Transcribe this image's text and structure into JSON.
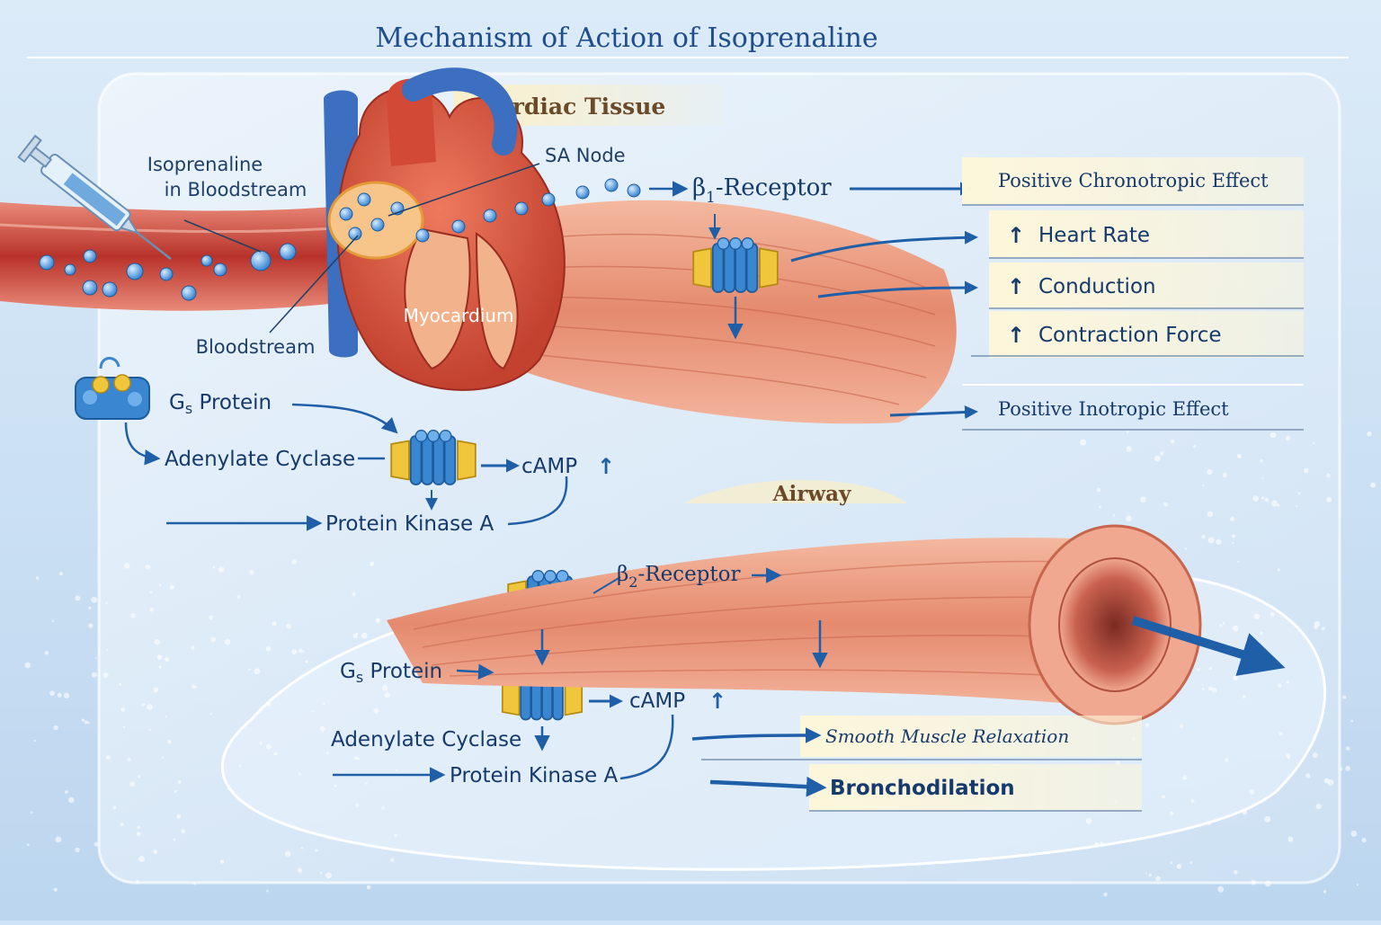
{
  "title": "Mechanism of Action of Isoprenaline",
  "cardiac": {
    "section_label": "Cardiac Tissue",
    "injection_label_line1": "Isoprenaline",
    "injection_label_line2": "in Bloodstream",
    "sa_node_label": "SA Node",
    "myocardium_label": "Myocardium",
    "bloodstream_label": "Bloodstream",
    "receptor_prefix": "β",
    "receptor_subscript": "1",
    "receptor_suffix": "-Receptor"
  },
  "cardiac_effects": {
    "chronotropic": "Positive Chronotropic Effect",
    "heart_rate": "Heart Rate",
    "conduction": "Conduction",
    "contraction_force": "Contraction Force",
    "inotropic": "Positive Inotropic Effect",
    "up_symbol": "↑"
  },
  "cardiac_pathway": {
    "gs_prefix": "G",
    "gs_subscript": "s",
    "gs_suffix": " Protein",
    "adenylate_cyclase": "Adenylate Cyclase",
    "camp": "cAMP",
    "camp_arrow": "↑",
    "pka": "Protein Kinase A"
  },
  "airway": {
    "section_label": "Airway",
    "receptor_prefix": "β",
    "receptor_subscript": "2",
    "receptor_suffix": "-Receptor",
    "gs_prefix": "G",
    "gs_subscript": "s",
    "gs_suffix": " Protein",
    "adenylate_cyclase": "Adenylate Cyclase",
    "camp": "cAMP",
    "camp_arrow": "↑",
    "pka": "Protein Kinase A",
    "relaxation": "Smooth Muscle Relaxation",
    "bronchodilation": "Bronchodilation"
  },
  "colors": {
    "title": "#1f4e8c",
    "label": "#163a6b",
    "arrow": "#1f5fa8",
    "muscle": "#e89a7c",
    "blood": "#b83a2e",
    "channel_blue": "#3b86d1",
    "channel_yellow": "#f0c63c"
  }
}
